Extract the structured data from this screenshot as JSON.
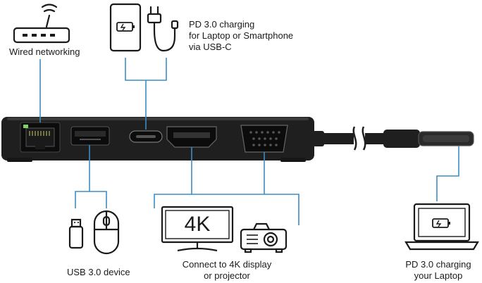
{
  "labels": {
    "wired_networking": "Wired networking",
    "pd_phone": [
      "PD 3.0 charging",
      "for Laptop or Smartphone",
      "via USB-C"
    ],
    "usb_device": "USB 3.0 device",
    "display": [
      "Connect to 4K display",
      "or projector"
    ],
    "pd_laptop": [
      "PD 3.0 charging",
      "your Laptop"
    ],
    "monitor_text": "4K"
  },
  "colors": {
    "connector_line": "#3a8fc4",
    "hub_body": "#1f1f1f",
    "port_fill": "#0c0c0c",
    "icon_stroke": "#1a1a1a"
  }
}
